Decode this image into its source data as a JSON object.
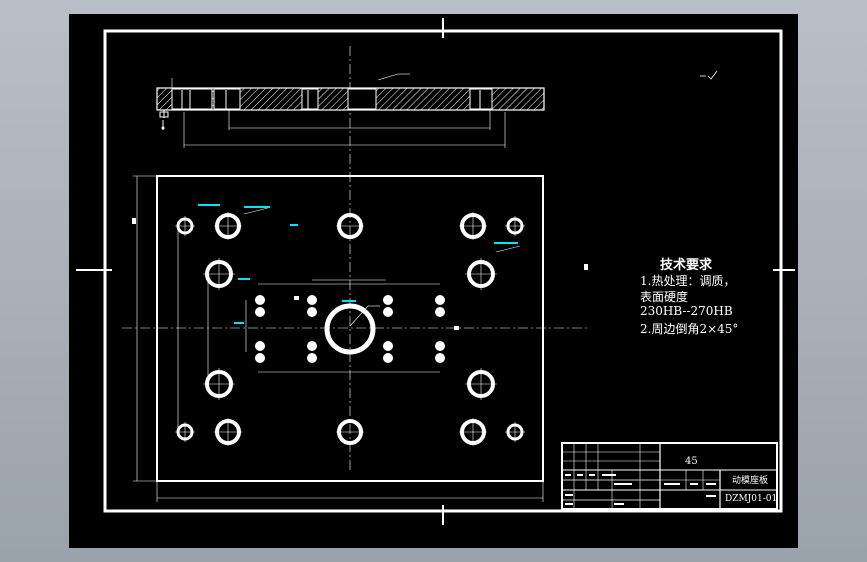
{
  "colors": {
    "background": "#000000",
    "lines": "#ffffff",
    "centerline": "#ffffff",
    "dimension": "#00e5ff",
    "frame_outer": "#a6adb5"
  },
  "tech_requirements": {
    "title": "技术要求",
    "items": [
      "1.热处理：调质，",
      "表面硬度",
      "230HB--270HB",
      "2.周边倒角2×45°"
    ]
  },
  "title_block": {
    "material": "45",
    "part_name": "动模座板",
    "drawing_no": "DZMJ01-01"
  }
}
